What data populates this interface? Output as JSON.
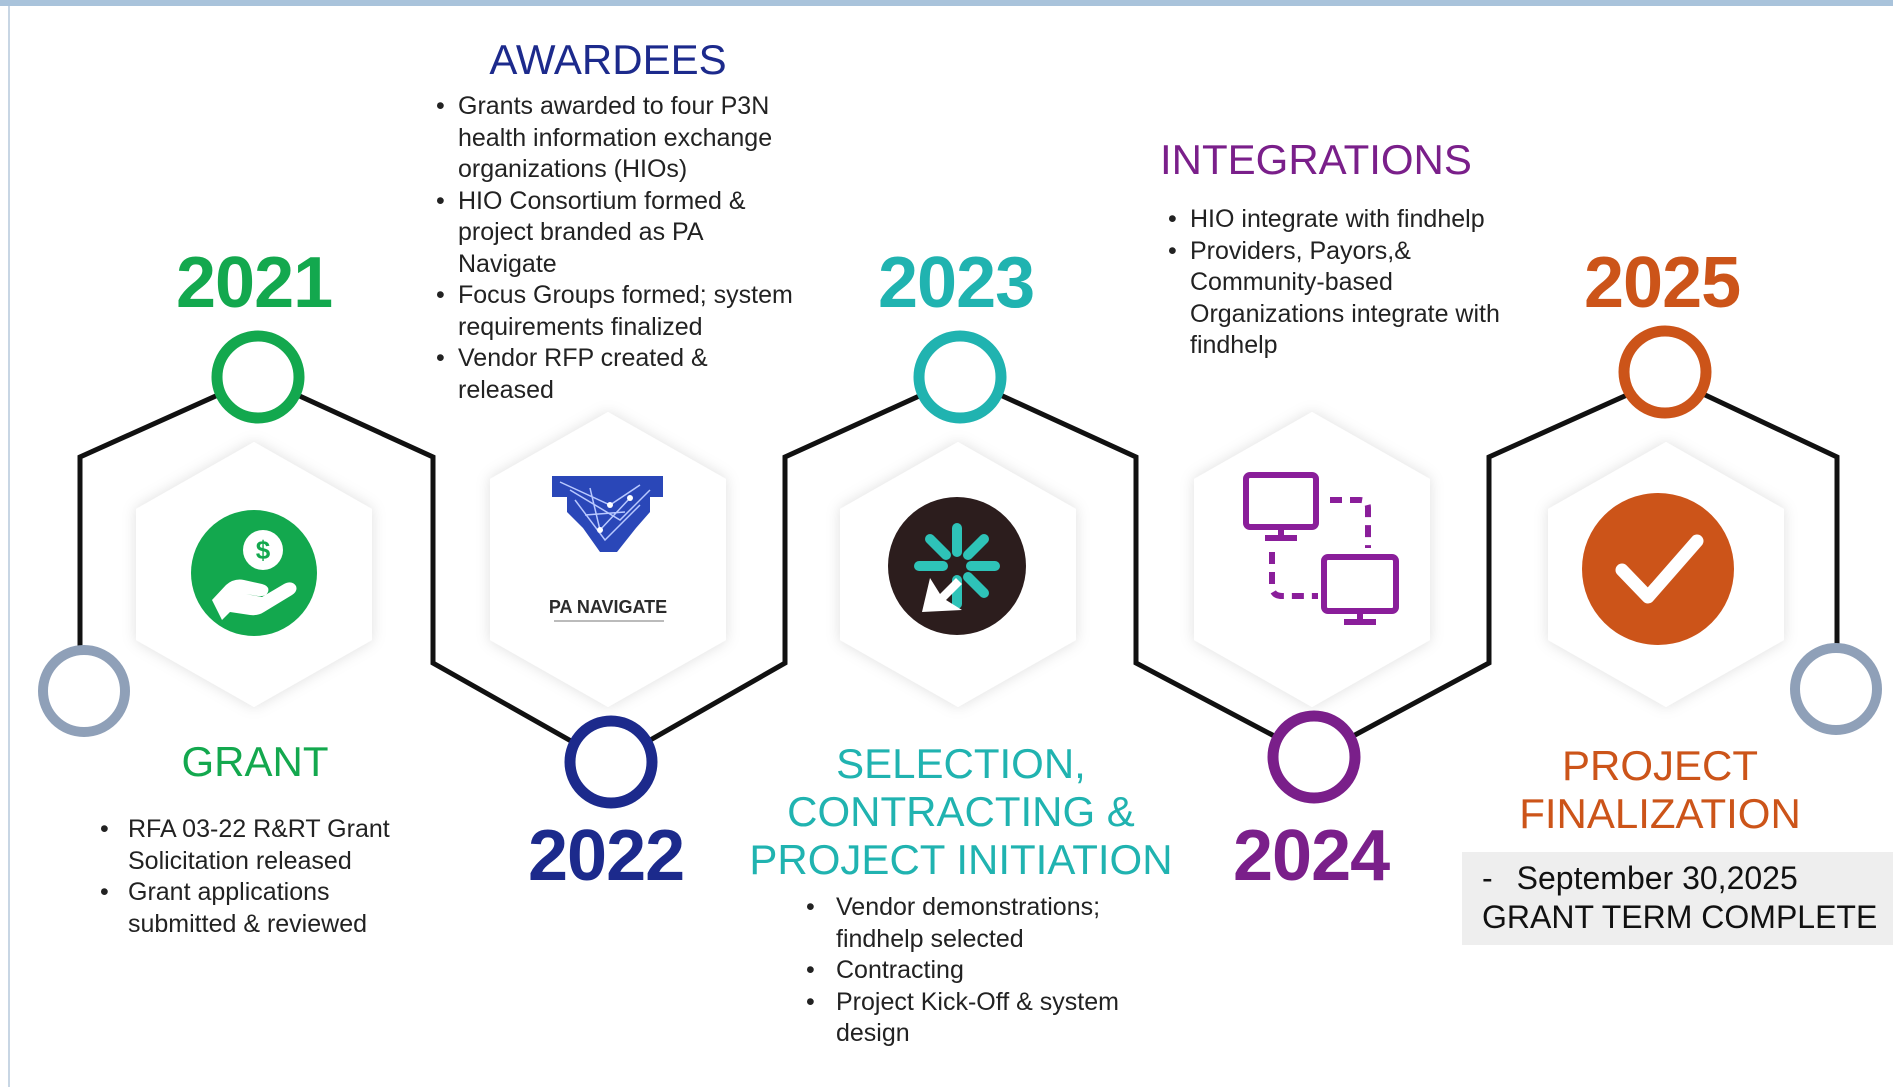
{
  "colors": {
    "grant": "#13a84e",
    "awardees": "#1c2a8c",
    "selection": "#20b3b0",
    "integrations": "#7a1f8a",
    "finalization": "#cc5419",
    "endpoint": "#8fa0b8",
    "line": "#111111"
  },
  "milestones": [
    {
      "year": "2021",
      "heading": "GRANT",
      "icon": "hand-dollar-icon",
      "bullets": [
        "RFA 03-22 R&RT Grant Solicitation released",
        "Grant applications submitted & reviewed"
      ]
    },
    {
      "year": "2022",
      "heading": "AWARDEES",
      "icon": "pa-navigate-logo",
      "logo_text": "PA NAVIGATE",
      "bullets": [
        "Grants awarded to four P3N health information exchange organizations (HIOs)",
        "HIO Consortium formed & project branded as PA Navigate",
        "Focus Groups formed; system requirements finalized",
        "Vendor RFP created & released"
      ]
    },
    {
      "year": "2023",
      "heading_lines": [
        "SELECTION,",
        "CONTRACTING &",
        "PROJECT INITIATION"
      ],
      "icon": "findhelp-asterisk-icon",
      "bullets": [
        "Vendor demonstrations; findhelp selected",
        "Contracting",
        "Project Kick-Off & system design"
      ]
    },
    {
      "year": "2024",
      "heading": "INTEGRATIONS",
      "icon": "connected-monitors-icon",
      "bullets": [
        "HIO integrate with findhelp",
        "Providers, Payors,& Community-based Organizations integrate with findhelp"
      ]
    },
    {
      "year": "2025",
      "heading_lines": [
        "PROJECT",
        "FINALIZATION"
      ],
      "icon": "checkmark-circle-icon",
      "final_note": {
        "dash": "-",
        "date": "September 30,2025",
        "status": "GRANT TERM COMPLETE"
      }
    }
  ]
}
